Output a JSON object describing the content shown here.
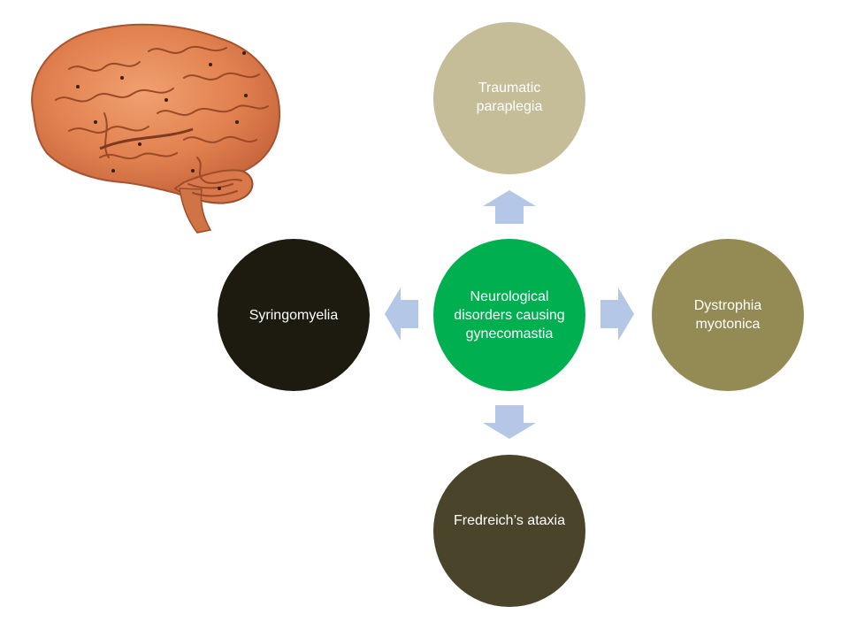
{
  "diagram": {
    "center": {
      "label": "Neurological disorders causing gynecomastia",
      "color": "#00b050"
    },
    "nodes": [
      {
        "id": "top",
        "label": "Traumatic paraplegia",
        "color": "#c4bd97"
      },
      {
        "id": "right",
        "label": "Dystrophia myotonica",
        "color": "#948a54"
      },
      {
        "id": "bottom",
        "label": "Fredreich’s ataxia",
        "color": "#4a442a"
      },
      {
        "id": "left",
        "label": "Syringomyelia",
        "color": "#1d1b10"
      }
    ],
    "arrow_color": "#b4c7e7",
    "image": {
      "icon": "brain-illustration"
    }
  }
}
